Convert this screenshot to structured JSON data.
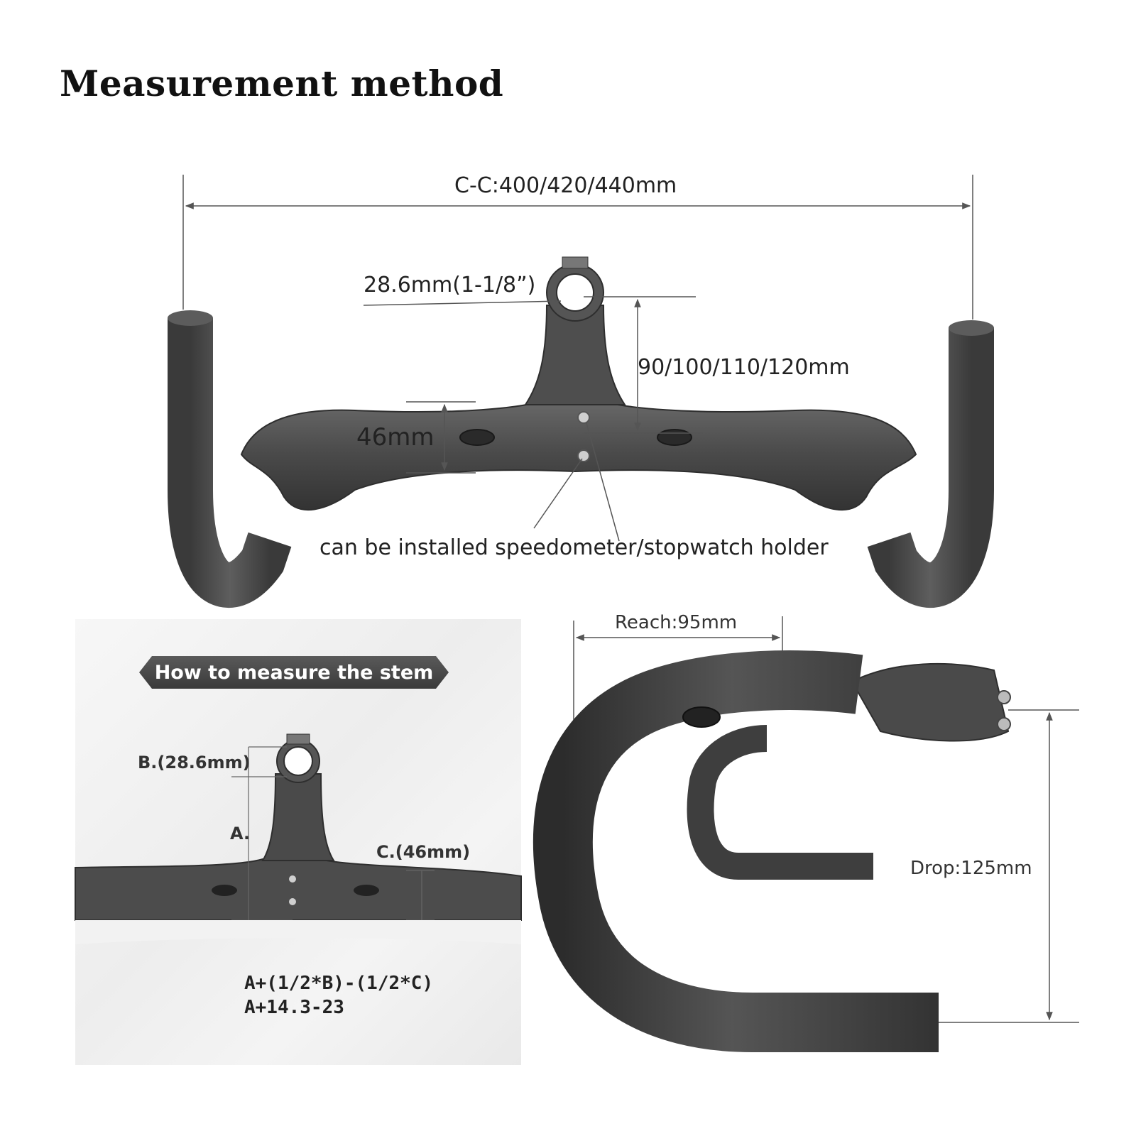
{
  "title": "Measurement method",
  "main_diagram": {
    "cc_label": "C-C:400/420/440mm",
    "clamp_label": "28.6mm(1-1/8”)",
    "stem_length_label": "90/100/110/120mm",
    "height_label": "46mm",
    "holder_label": "can be installed speedometer/stopwatch holder"
  },
  "stem_panel": {
    "banner": "How to measure the stem",
    "b_label": "B.(28.6mm)",
    "a_label": "A.",
    "c_label": "C.(46mm)",
    "formula_line1": "A+(1/2*B)-(1/2*C)",
    "formula_line2": "A+14.3-23"
  },
  "side_view": {
    "reach_label": "Reach:95mm",
    "drop_label": "Drop:125mm"
  },
  "colors": {
    "metal": "#4a4a4a",
    "metal_dark": "#2e2e2e",
    "metal_light": "#6a6a6a",
    "dimension_line": "#555555"
  }
}
